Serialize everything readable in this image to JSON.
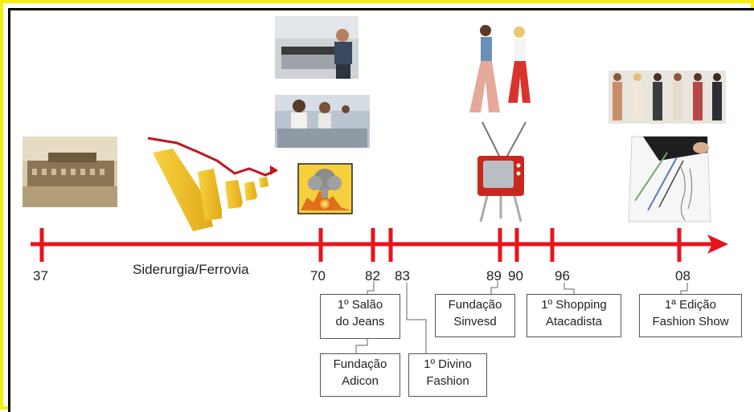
{
  "timeline": {
    "era_label": "Siderurgia/Ferrovia",
    "years": [
      "37",
      "70",
      "82",
      "83",
      "89",
      "90",
      "96",
      "08"
    ]
  },
  "events": [
    {
      "line1": "1º Salão",
      "line2": "do Jeans"
    },
    {
      "line1": "Fundação",
      "line2": "Adicon"
    },
    {
      "line1": "1º Divino",
      "line2": "Fashion"
    },
    {
      "line1": "Fundação",
      "line2": "Sinvesd"
    },
    {
      "line1": "1º Shopping",
      "line2": "Atacadista"
    },
    {
      "line1": "1ª Edição",
      "line2": "Fashion Show"
    }
  ],
  "icons": [
    "old-factory-photo-icon",
    "bar-chart-decline-icon",
    "sewing-workshop-photo-icon",
    "textile-workers-photo-icon",
    "explosion-icon",
    "fashion-models-icon",
    "television-icon",
    "runway-models-photo-icon",
    "fashion-sketch-icon"
  ],
  "colors": {
    "timeline": "#e8141c",
    "frame": "#f5ee10"
  }
}
